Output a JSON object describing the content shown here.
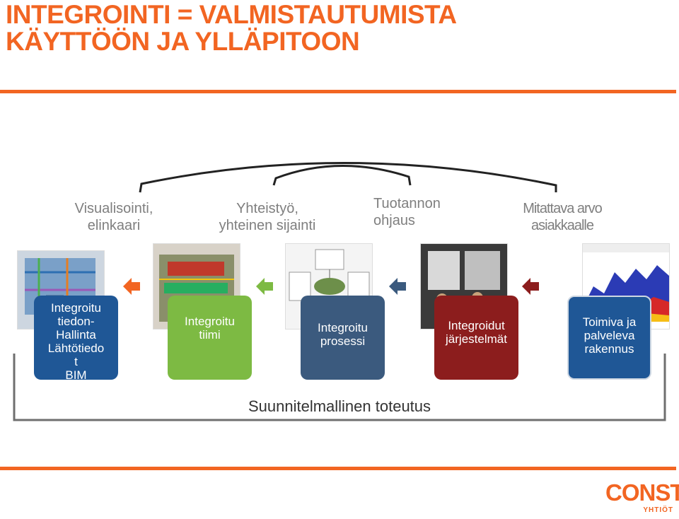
{
  "title": {
    "line1": "INTEGROINTI = VALMISTAUTUMISTA",
    "line2": "KÄYTTÖÖN JA YLLÄPITOON"
  },
  "top_labels": [
    {
      "line1": "Visualisointi,",
      "line2": "elinkaari"
    },
    {
      "line1": "Yhteistyö,",
      "line2": "yhteinen sijainti"
    },
    {
      "line1": "Tuotannon",
      "line2": "ohjaus"
    },
    {
      "line1": "Mitattava arvo",
      "line2": "asiakkaalle"
    }
  ],
  "boxes": [
    {
      "lines": [
        "Integroitu",
        "tiedon-",
        "Hallinta",
        "Lähtötiedo",
        "t",
        "BIM"
      ],
      "color": "#1f5796"
    },
    {
      "lines": [
        "Integroitu",
        "tiimi"
      ],
      "color": "#7dba43"
    },
    {
      "lines": [
        "Integroitu",
        "prosessi"
      ],
      "color": "#3b5a7e"
    },
    {
      "lines": [
        "Integroidut",
        "järjestelmät"
      ],
      "color": "#8c1d1d"
    },
    {
      "lines": [
        "Toimiva ja",
        "palveleva",
        "rakennus"
      ],
      "color": "#1f5796"
    }
  ],
  "arrow_colors": [
    "#f26522",
    "#7dba43",
    "#3b5a7e",
    "#8c1d1d"
  ],
  "bottom_label": "Suunnitelmallinen toteutus",
  "logo": {
    "text": "CONSTI",
    "sub": "YHTIÖT"
  },
  "accent_color": "#f26522"
}
